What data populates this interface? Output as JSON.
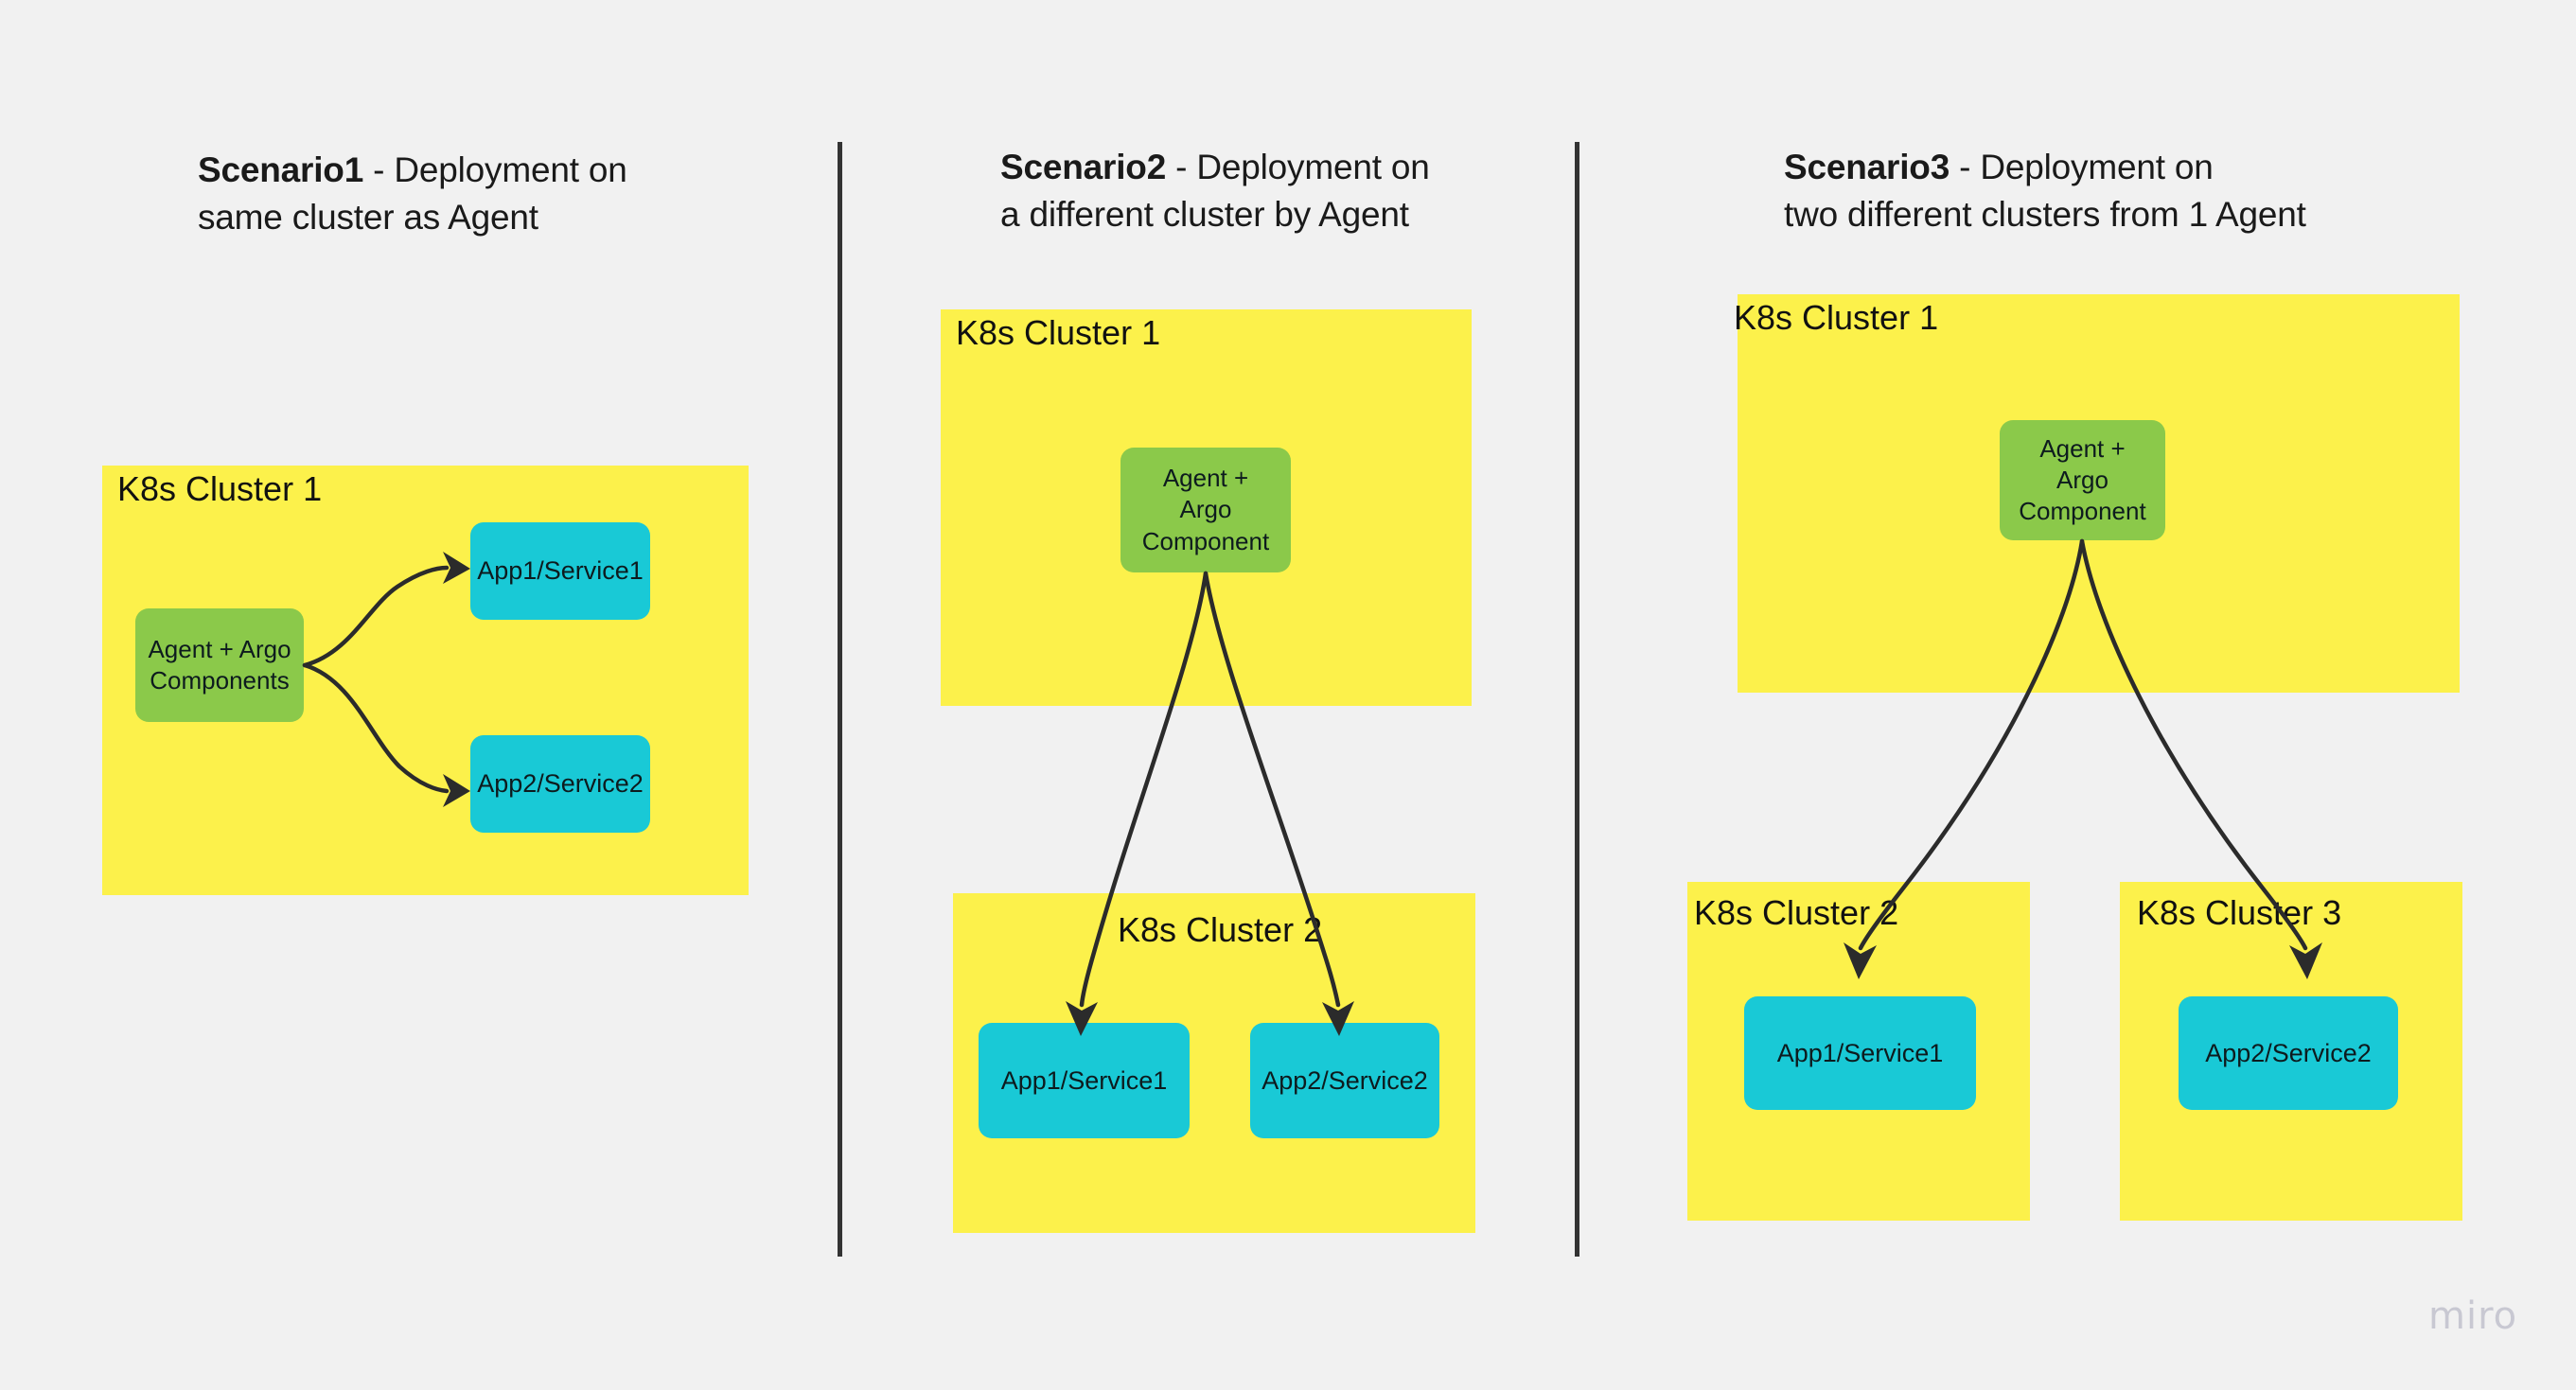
{
  "canvas": {
    "background_color": "#f1f1f1",
    "watermark": "miro"
  },
  "palette": {
    "cluster_yellow": "#fcf14b",
    "agent_green": "#8bc94a",
    "app_cyan": "#19c9d6",
    "arrow_dark": "#2b2b2b",
    "divider_dark": "#333333",
    "text_dark": "#1a1a1a",
    "watermark_gray": "#c8c8d2"
  },
  "scenarios": [
    {
      "id": "scenario1",
      "title_strong": "Scenario1",
      "title_rest": " - Deployment on\nsame cluster as Agent",
      "clusters": [
        {
          "id": "s1-cluster1",
          "label": "K8s Cluster 1"
        }
      ],
      "nodes": [
        {
          "id": "s1-agent",
          "label": "Agent + Argo\nComponents",
          "kind": "agent"
        },
        {
          "id": "s1-app1",
          "label": "App1/Service1",
          "kind": "app"
        },
        {
          "id": "s1-app2",
          "label": "App2/Service2",
          "kind": "app"
        }
      ],
      "connections": [
        {
          "from": "s1-agent",
          "to": "s1-app1"
        },
        {
          "from": "s1-agent",
          "to": "s1-app2"
        }
      ]
    },
    {
      "id": "scenario2",
      "title_strong": "Scenario2",
      "title_rest": " - Deployment on\na different cluster by Agent",
      "clusters": [
        {
          "id": "s2-cluster1",
          "label": "K8s Cluster 1"
        },
        {
          "id": "s2-cluster2",
          "label": "K8s Cluster 2"
        }
      ],
      "nodes": [
        {
          "id": "s2-agent",
          "label": "Agent +\nArgo\nComponent",
          "kind": "agent"
        },
        {
          "id": "s2-app1",
          "label": "App1/Service1",
          "kind": "app"
        },
        {
          "id": "s2-app2",
          "label": "App2/Service2",
          "kind": "app"
        }
      ],
      "connections": [
        {
          "from": "s2-agent",
          "to": "s2-app1"
        },
        {
          "from": "s2-agent",
          "to": "s2-app2"
        }
      ]
    },
    {
      "id": "scenario3",
      "title_strong": "Scenario3",
      "title_rest": " - Deployment on\ntwo different clusters from 1 Agent",
      "clusters": [
        {
          "id": "s3-cluster1",
          "label": "K8s Cluster 1"
        },
        {
          "id": "s3-cluster2",
          "label": "K8s Cluster 2"
        },
        {
          "id": "s3-cluster3",
          "label": "K8s Cluster 3"
        }
      ],
      "nodes": [
        {
          "id": "s3-agent",
          "label": "Agent +\nArgo\nComponent",
          "kind": "agent"
        },
        {
          "id": "s3-app1",
          "label": "App1/Service1",
          "kind": "app"
        },
        {
          "id": "s3-app2",
          "label": "App2/Service2",
          "kind": "app"
        }
      ],
      "connections": [
        {
          "from": "s3-agent",
          "to": "s3-app1"
        },
        {
          "from": "s3-agent",
          "to": "s3-app2"
        }
      ]
    }
  ]
}
